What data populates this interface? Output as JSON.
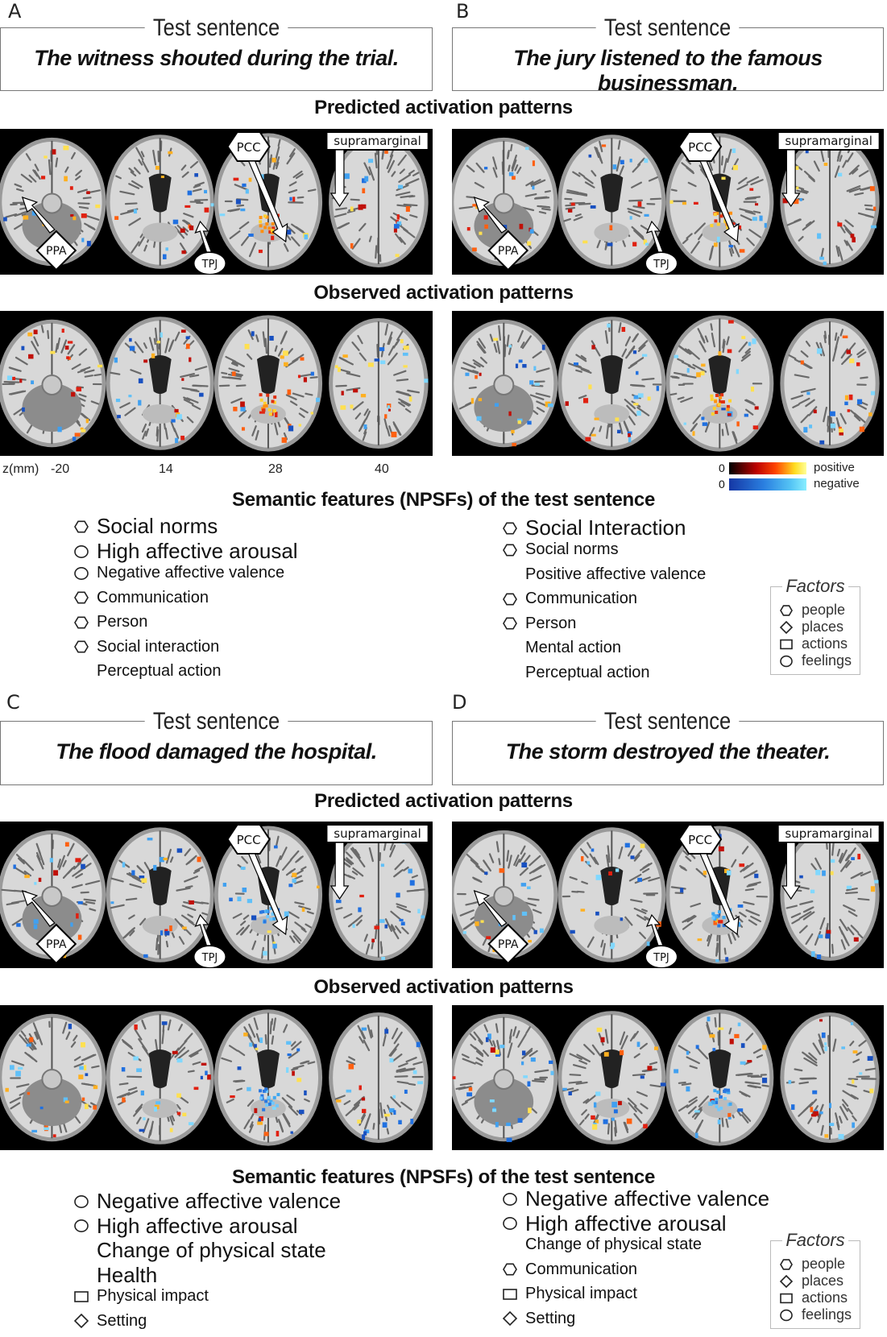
{
  "figure": {
    "z_axis": {
      "unit_label": "z(mm)",
      "values": [
        "-20",
        "14",
        "28",
        "40"
      ]
    },
    "colorbar": {
      "positive": {
        "min": "0",
        "label": "positive",
        "colors": [
          "#000000",
          "#e01010",
          "#ff8000",
          "#ffe040",
          "#ffff80"
        ]
      },
      "negative": {
        "min": "0",
        "label": "negative",
        "colors": [
          "#1030a0",
          "#2080e0",
          "#40b0f0",
          "#80e0ff"
        ]
      }
    },
    "section_titles": {
      "predicted": "Predicted activation patterns",
      "observed": "Observed activation patterns",
      "features": "Semantic features (NPSFs) of the test sentence"
    },
    "regions": {
      "pcc": "PCC",
      "supramarginal": "supramarginal",
      "ppa": "PPA",
      "tpj": "TPJ"
    },
    "panels": [
      {
        "letter": "A",
        "heading": "Test sentence",
        "sentence": "The witness shouted during the trial.",
        "activation": "positive"
      },
      {
        "letter": "B",
        "heading": "Test sentence",
        "sentence": "The jury listened to the famous businessman.",
        "activation": "positive"
      },
      {
        "letter": "C",
        "heading": "Test sentence",
        "sentence": "The flood damaged the hospital.",
        "activation": "negative"
      },
      {
        "letter": "D",
        "heading": "Test sentence",
        "sentence": "The storm destroyed the theater.",
        "activation": "negative"
      }
    ],
    "features_top": {
      "left": [
        {
          "label": "Social norms",
          "factor": "people",
          "size": "large"
        },
        {
          "label": "High affective arousal",
          "factor": "feelings",
          "size": "large"
        },
        {
          "label": "Negative affective valence",
          "factor": "feelings",
          "size": "small"
        },
        {
          "label": "Communication",
          "factor": "people",
          "size": "small"
        },
        {
          "label": "Person",
          "factor": "people",
          "size": "small"
        },
        {
          "label": "Social interaction",
          "factor": "people",
          "size": "small"
        },
        {
          "label": "Perceptual action",
          "factor": "none",
          "size": "small"
        }
      ],
      "right": [
        {
          "label": "Social Interaction",
          "factor": "people",
          "size": "large"
        },
        {
          "label": "Social norms",
          "factor": "people",
          "size": "small"
        },
        {
          "label": "Positive affective valence",
          "factor": "none",
          "size": "small"
        },
        {
          "label": "Communication",
          "factor": "people",
          "size": "small"
        },
        {
          "label": "Person",
          "factor": "people",
          "size": "small"
        },
        {
          "label": "Mental action",
          "factor": "none",
          "size": "small"
        },
        {
          "label": "Perceptual action",
          "factor": "none",
          "size": "small"
        }
      ]
    },
    "features_bottom": {
      "left": [
        {
          "label": "Negative affective valence",
          "factor": "feelings",
          "size": "large"
        },
        {
          "label": "High affective arousal",
          "factor": "feelings",
          "size": "large"
        },
        {
          "label": "Change of physical state",
          "factor": "none",
          "size": "large"
        },
        {
          "label": "Health",
          "factor": "none",
          "size": "large"
        },
        {
          "label": "Physical impact",
          "factor": "actions",
          "size": "small"
        },
        {
          "label": "Setting",
          "factor": "places",
          "size": "small"
        }
      ],
      "right": [
        {
          "label": "Negative affective valence",
          "factor": "feelings",
          "size": "large"
        },
        {
          "label": "High affective arousal",
          "factor": "feelings",
          "size": "large"
        },
        {
          "label": "Change of physical state",
          "factor": "none",
          "size": "small"
        },
        {
          "label": "Communication",
          "factor": "people",
          "size": "small"
        },
        {
          "label": "Physical impact",
          "factor": "actions",
          "size": "small"
        },
        {
          "label": "Setting",
          "factor": "places",
          "size": "small"
        }
      ]
    },
    "factors_legend": {
      "title": "Factors",
      "items": [
        {
          "label": "people",
          "shape": "hexagon"
        },
        {
          "label": "places",
          "shape": "diamond"
        },
        {
          "label": "actions",
          "shape": "square"
        },
        {
          "label": "feelings",
          "shape": "circle"
        }
      ]
    }
  }
}
